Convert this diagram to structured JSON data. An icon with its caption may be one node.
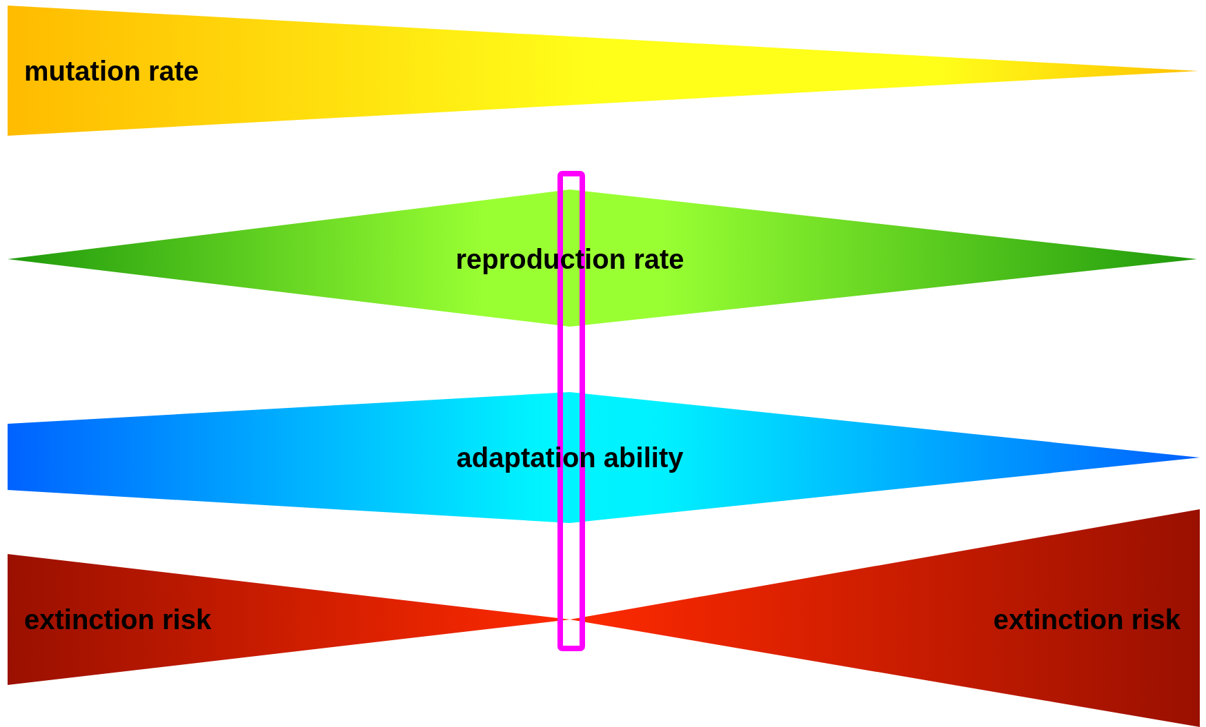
{
  "diagram": {
    "nodes": [
      {
        "text": [
          "mutation rate"
        ]
      },
      {
        "text": [
          "reproduction rate"
        ]
      },
      {
        "text": [
          "adaptation ability"
        ]
      },
      {
        "text": [
          "extinction risk"
        ]
      },
      {
        "text": [
          "extinction risk"
        ]
      }
    ]
  }
}
